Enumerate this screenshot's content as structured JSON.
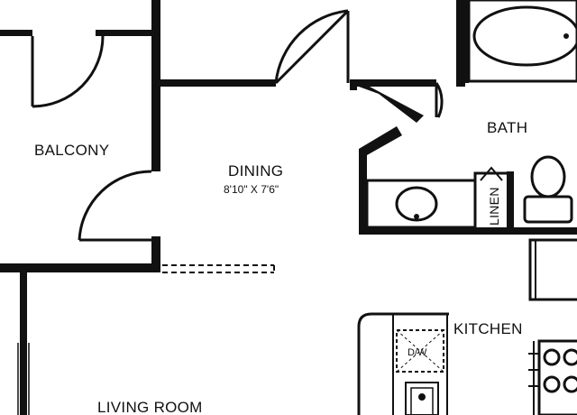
{
  "plan": {
    "rooms": {
      "balcony": "BALCONY",
      "dining": "DINING",
      "dining_dims": "8'10\" X 7'6\"",
      "bath": "BATH",
      "linen": "LINEN",
      "kitchen": "KITCHEN",
      "living_room": "LIVING ROOM"
    },
    "fixtures": {
      "dishwasher": "D/W"
    },
    "colors": {
      "wall": "#111111",
      "background": "#ffffff"
    }
  }
}
